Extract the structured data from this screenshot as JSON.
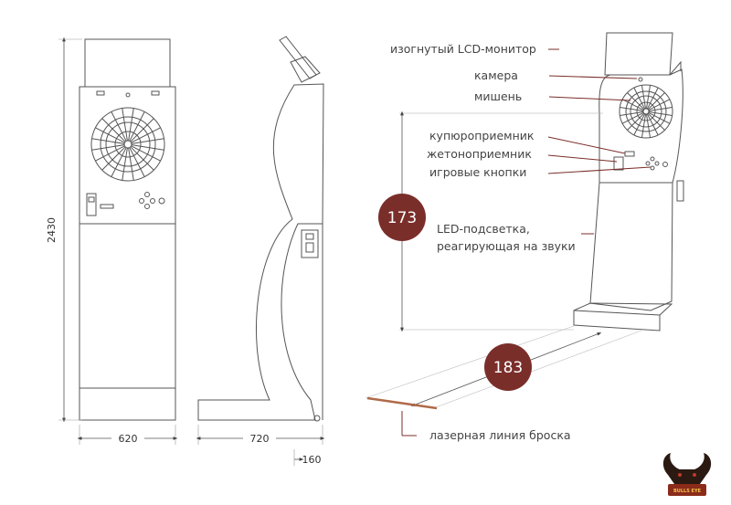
{
  "dimensions": {
    "height": "2430",
    "width_front": "620",
    "width_side": "720",
    "depth_base": "160",
    "target_height": "173",
    "throw_distance": "183"
  },
  "labels": {
    "monitor": "изогнутый LCD-монитор",
    "camera": "камера",
    "target": "мишень",
    "bill_acceptor": "купюроприемник",
    "coin_acceptor": "жетоноприемник",
    "game_buttons": "игровые кнопки",
    "led_line1": "LED-подсветка,",
    "led_line2": "реагирующая на звуки",
    "laser_line": "лазерная линия броска"
  },
  "logo": {
    "text": "BULLS EYE",
    "icon": "bull-head-logo-icon"
  },
  "colors": {
    "accent": "#7a2e2a",
    "line": "#555555",
    "laser": "#b06a4a"
  }
}
